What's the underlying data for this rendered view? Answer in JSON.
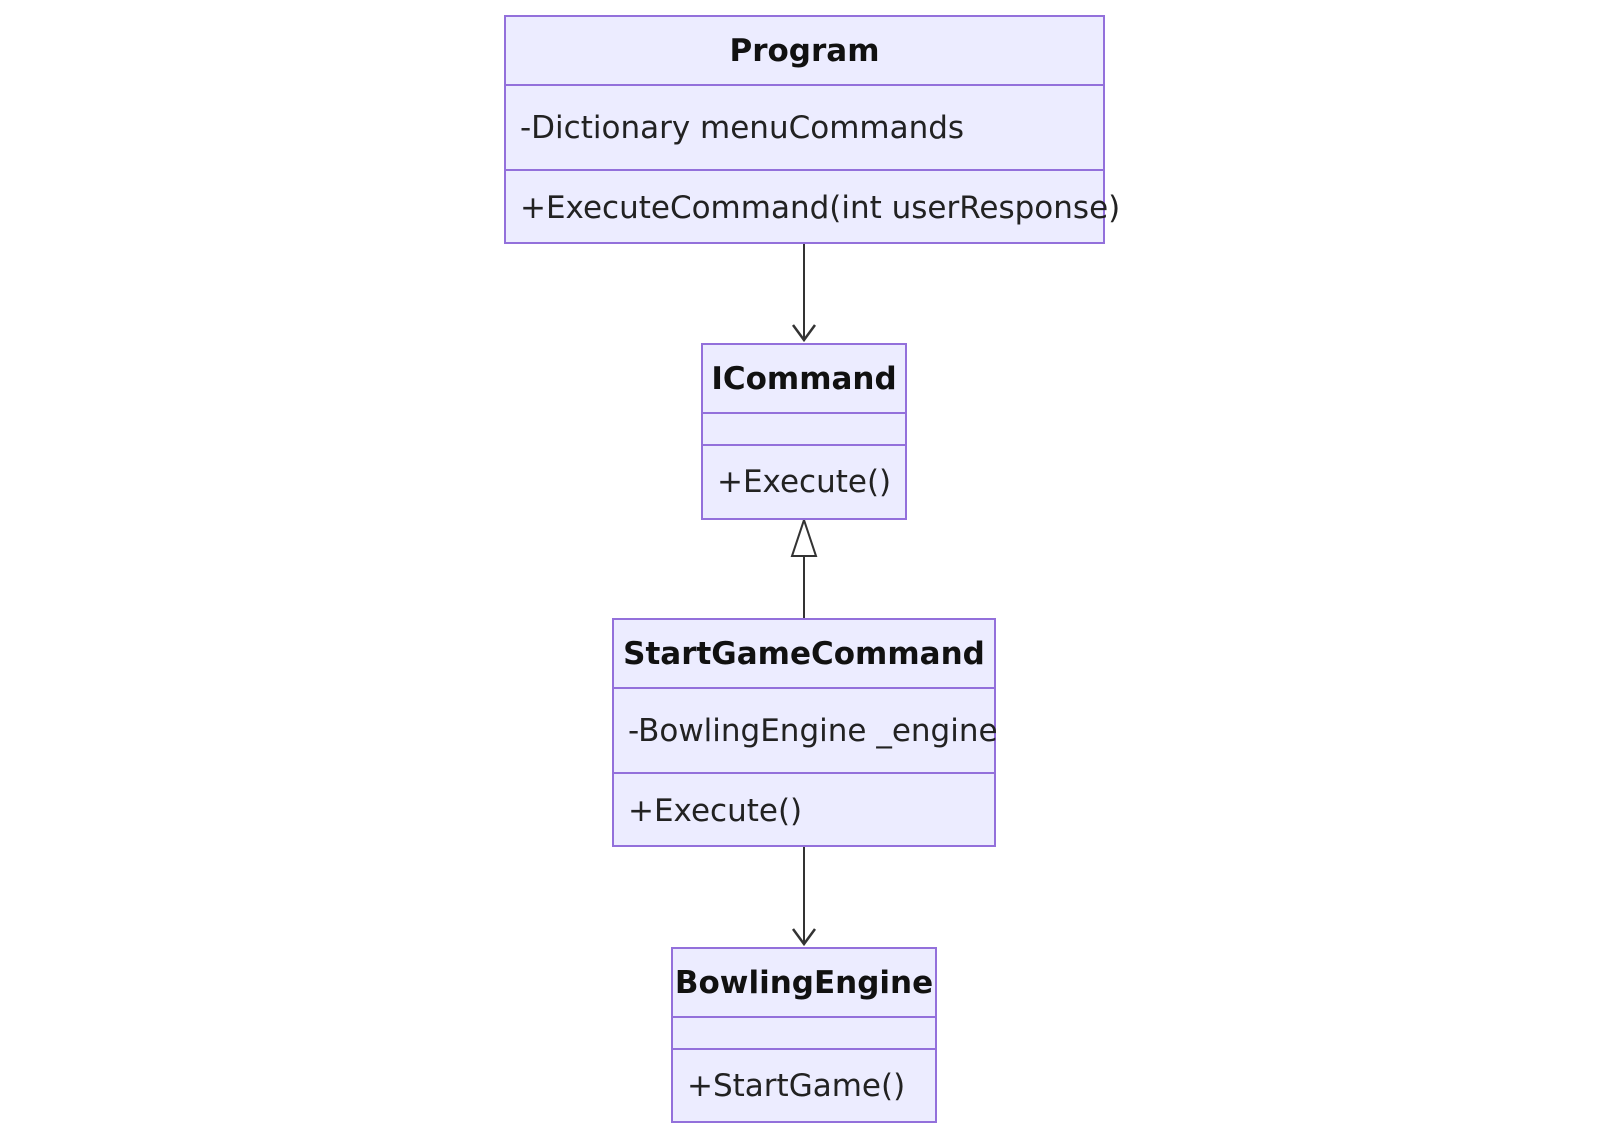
{
  "diagram": {
    "classes": [
      {
        "id": "program",
        "name": "Program",
        "attributes": [
          "-Dictionary menuCommands"
        ],
        "methods": [
          "+ExecuteCommand(int userResponse)"
        ]
      },
      {
        "id": "icommand",
        "name": "ICommand",
        "attributes": [],
        "methods": [
          "+Execute()"
        ]
      },
      {
        "id": "startgamecommand",
        "name": "StartGameCommand",
        "attributes": [
          "-BowlingEngine _engine"
        ],
        "methods": [
          "+Execute()"
        ]
      },
      {
        "id": "bowlingengine",
        "name": "BowlingEngine",
        "attributes": [],
        "methods": [
          "+StartGame()"
        ]
      }
    ],
    "relations": [
      {
        "from": "Program",
        "to": "ICommand",
        "type": "association"
      },
      {
        "from": "StartGameCommand",
        "to": "ICommand",
        "type": "realization"
      },
      {
        "from": "StartGameCommand",
        "to": "BowlingEngine",
        "type": "association"
      }
    ],
    "colors": {
      "box_fill": "#ececff",
      "box_stroke": "#9370db",
      "edge": "#333333"
    }
  }
}
